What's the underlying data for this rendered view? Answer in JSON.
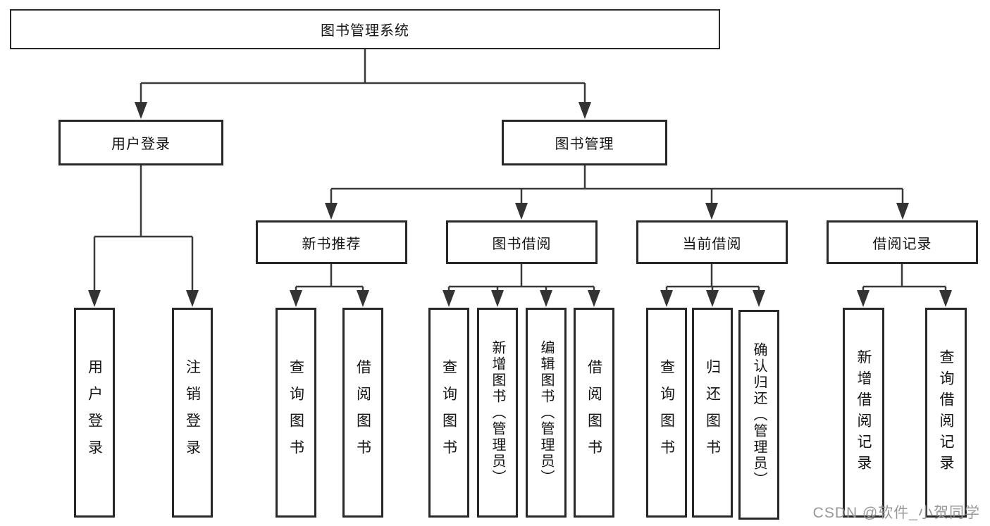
{
  "tree": {
    "label": "图书管理系统",
    "children": [
      {
        "label": "用户登录",
        "children": [
          {
            "label": "用户登录"
          },
          {
            "label": "注销登录"
          }
        ]
      },
      {
        "label": "图书管理",
        "children": [
          {
            "label": "新书推荐",
            "children": [
              {
                "label": "查询图书"
              },
              {
                "label": "借阅图书"
              }
            ]
          },
          {
            "label": "图书借阅",
            "children": [
              {
                "label": "查询图书"
              },
              {
                "label": "新增图书（管理员）"
              },
              {
                "label": "编辑图书（管理员）"
              },
              {
                "label": "借阅图书"
              }
            ]
          },
          {
            "label": "当前借阅",
            "children": [
              {
                "label": "查询图书"
              },
              {
                "label": "归还图书"
              },
              {
                "label": "确认归还（管理员）"
              }
            ]
          },
          {
            "label": "借阅记录",
            "children": [
              {
                "label": "新增借阅记录"
              },
              {
                "label": "查询借阅记录"
              }
            ]
          }
        ]
      }
    ]
  },
  "watermark": "CSDN @软件_小贺同学",
  "colors": {
    "line": "#3a3a3a",
    "border": "#282828",
    "text": "#141414",
    "watermark": "#929292",
    "background": "#ffffff"
  }
}
